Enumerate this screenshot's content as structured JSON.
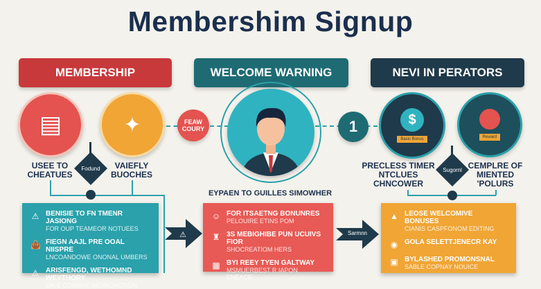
{
  "title": "Membershim Signup",
  "headers": [
    "MEMBERSHIP",
    "WELCOME WARNING",
    "NEVI IN PERATORS"
  ],
  "colors": {
    "red": "#c8393b",
    "teal": "#1e6b74",
    "navy": "#1f3a4a",
    "orange": "#f0a535",
    "light_teal": "#2aa1ab",
    "box_red": "#e85a55",
    "title": "#1b2f4e"
  },
  "left": {
    "label1": [
      "USEE TO",
      "CHEATUES"
    ],
    "label2": [
      "VAIEFLY",
      "BUOCHES"
    ],
    "diamond": "Fodund"
  },
  "center": {
    "small_circle": [
      "FEAW",
      "COURY"
    ],
    "number_circle": "1",
    "subtitle": "EYPAEN TO GUILLES SIMOWHER"
  },
  "right": {
    "label1": [
      "PRECLESS TIMER",
      "NTCLUES",
      "CHNCOWER"
    ],
    "label2": [
      "CEMPLRE OF",
      "MIENTED",
      "'POLURS"
    ],
    "diamond": "Sugornl",
    "badge1": "Basic Bonus",
    "badge2": "Reward"
  },
  "arrow2_label": "Sarmnn",
  "boxes": [
    {
      "items": [
        {
          "icon": "warning-icon",
          "title": "BENISIE TO FN TMENR JASIONG",
          "sub": "FOR OUP TEAMEOR NOTUEES"
        },
        {
          "icon": "bag-icon",
          "title": "FIEGN AAJL PRE OOAL NIISPRE",
          "sub": "LNCOANDOWE ONONAL UMBERS"
        },
        {
          "icon": "warning-icon",
          "title": "ARISFENGD, WETHOMND WEYTHORY",
          "sub": "ON E COMBNT INGIROACTION"
        }
      ]
    },
    {
      "items": [
        {
          "icon": "person-icon",
          "title": "FOR ITSAETNG BONUNRES",
          "sub": "PELOUIRE ETINS POM"
        },
        {
          "icon": "hydrant-icon",
          "title": "3S MEBIGHIBE PUN UCUIVS FIOR",
          "sub": "SHOCREATIOM HERS"
        },
        {
          "icon": "calendar-icon",
          "title": "BYI REEY TYEN GALTWAY",
          "sub": "MSMUERBEST R IAPON ENEACE"
        }
      ]
    },
    {
      "items": [
        {
          "icon": "tent-icon",
          "title": "LEOSE WELCOMIVE BONUSES",
          "sub": "CIANIS CASPFONOM EDITING"
        },
        {
          "icon": "coin-icon",
          "title": "GOLA SELETTJENECR KAY",
          "sub": ""
        },
        {
          "icon": "card-icon",
          "title": "BYLASHED PROMONSNAL",
          "sub": "SABLE COPNAY NOUICE"
        }
      ]
    }
  ]
}
